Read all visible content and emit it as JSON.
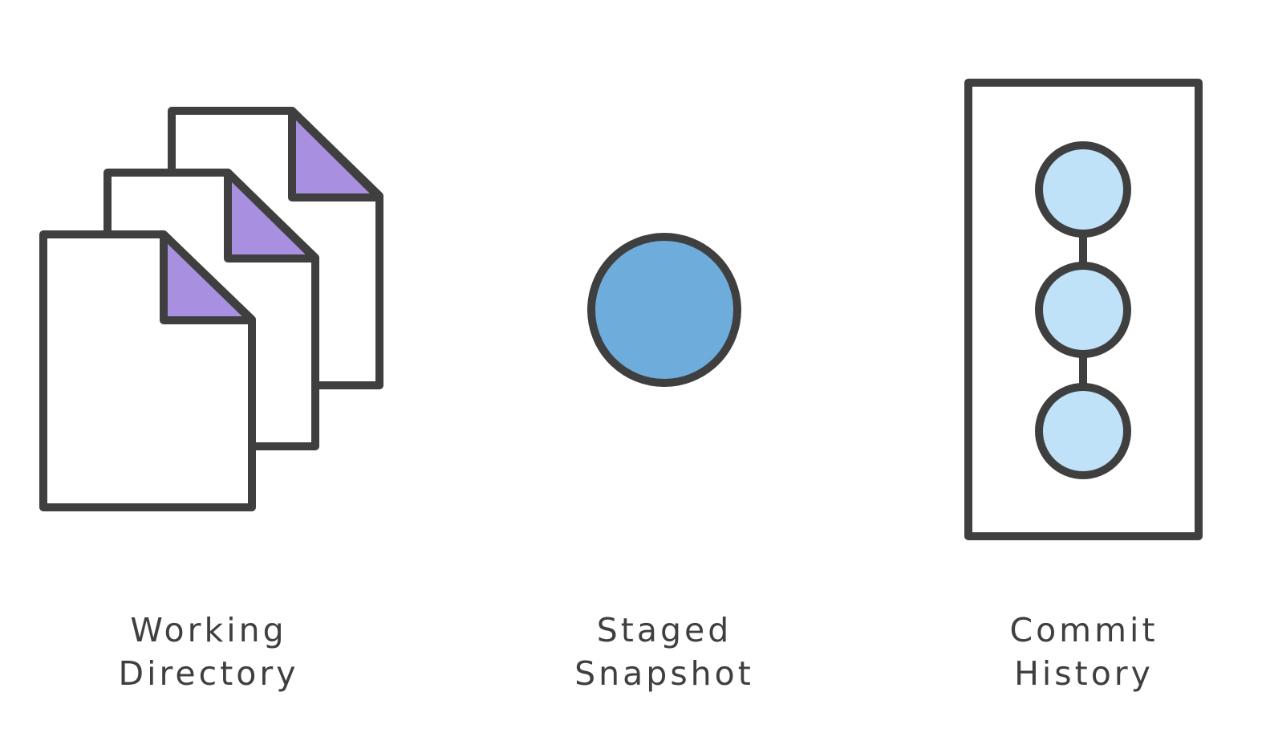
{
  "colors": {
    "stroke": "#3f3f3f",
    "page_fill": "#ffffff",
    "page_corner": "#a98fe0",
    "snapshot": "#6eacdb",
    "commit_node": "#bfe2f8",
    "label_text": "#3f3f3f"
  },
  "sections": [
    {
      "id": "working-directory",
      "icon": "stacked-files-icon",
      "label_lines": [
        "Working",
        "Directory"
      ]
    },
    {
      "id": "staged-snapshot",
      "icon": "snapshot-circle-icon",
      "label_lines": [
        "Staged",
        "Snapshot"
      ]
    },
    {
      "id": "commit-history",
      "icon": "commit-chain-icon",
      "label_lines": [
        "Commit",
        "History"
      ]
    }
  ]
}
